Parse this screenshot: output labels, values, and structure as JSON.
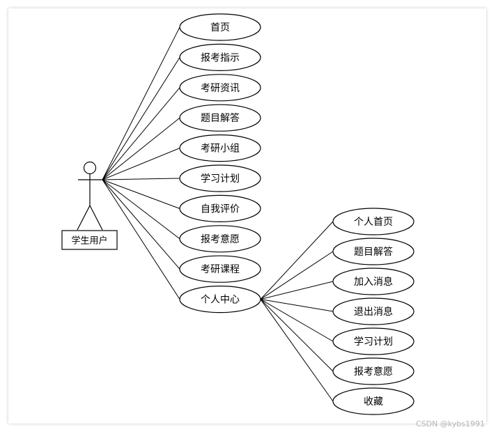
{
  "actor": {
    "label": "学生用户"
  },
  "use_cases": [
    {
      "id": "uc-home",
      "label": "首页"
    },
    {
      "id": "uc-exam-guide",
      "label": "报考指示"
    },
    {
      "id": "uc-news",
      "label": "考研资讯"
    },
    {
      "id": "uc-qa",
      "label": "题目解答"
    },
    {
      "id": "uc-group",
      "label": "考研小组"
    },
    {
      "id": "uc-plan",
      "label": "学习计划"
    },
    {
      "id": "uc-self-eval",
      "label": "自我评价"
    },
    {
      "id": "uc-intent",
      "label": "报考意愿"
    },
    {
      "id": "uc-courses",
      "label": "考研课程"
    },
    {
      "id": "uc-personal",
      "label": "个人中心"
    }
  ],
  "personal_center_items": [
    {
      "id": "sub-home",
      "label": "个人首页"
    },
    {
      "id": "sub-qa",
      "label": "题目解答"
    },
    {
      "id": "sub-join",
      "label": "加入消息"
    },
    {
      "id": "sub-quit",
      "label": "退出消息"
    },
    {
      "id": "sub-plan",
      "label": "学习计划"
    },
    {
      "id": "sub-intent",
      "label": "报考意愿"
    },
    {
      "id": "sub-fav",
      "label": "收藏"
    }
  ],
  "watermark": "CSDN @kybs1991",
  "colors": {
    "stroke": "#000000",
    "fill": "#ffffff",
    "watermark": "#b5b5b5"
  }
}
